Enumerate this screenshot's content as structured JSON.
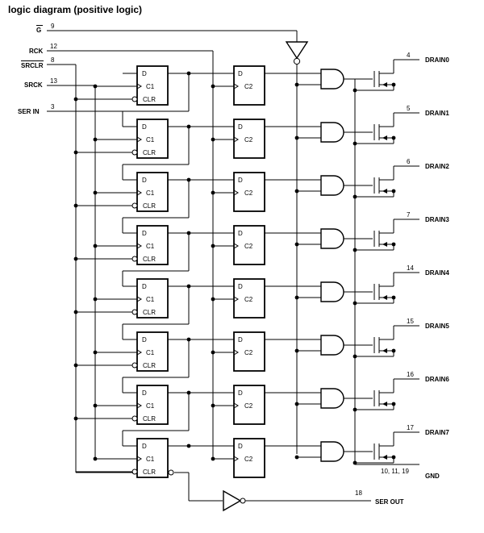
{
  "title": "logic diagram (positive logic)",
  "inputs": {
    "g": {
      "label": "G",
      "pin": "9"
    },
    "rck": {
      "label": "RCK",
      "pin": "12"
    },
    "srclr": {
      "label": "SRCLR",
      "pin": "8"
    },
    "srck": {
      "label": "SRCK",
      "pin": "13"
    },
    "serin": {
      "label": "SER IN",
      "pin": "3"
    }
  },
  "drains": [
    {
      "label": "DRAIN0",
      "pin": "4"
    },
    {
      "label": "DRAIN1",
      "pin": "5"
    },
    {
      "label": "DRAIN2",
      "pin": "6"
    },
    {
      "label": "DRAIN3",
      "pin": "7"
    },
    {
      "label": "DRAIN4",
      "pin": "14"
    },
    {
      "label": "DRAIN5",
      "pin": "15"
    },
    {
      "label": "DRAIN6",
      "pin": "16"
    },
    {
      "label": "DRAIN7",
      "pin": "17"
    }
  ],
  "gnd": {
    "label": "GND",
    "pin": "10, 11, 19"
  },
  "serout": {
    "label": "SER OUT",
    "pin": "18"
  },
  "shift_ff": {
    "d": "D",
    "clk": "C1",
    "clr": "CLR"
  },
  "storage_ff": {
    "d": "D",
    "clk": "C2"
  }
}
